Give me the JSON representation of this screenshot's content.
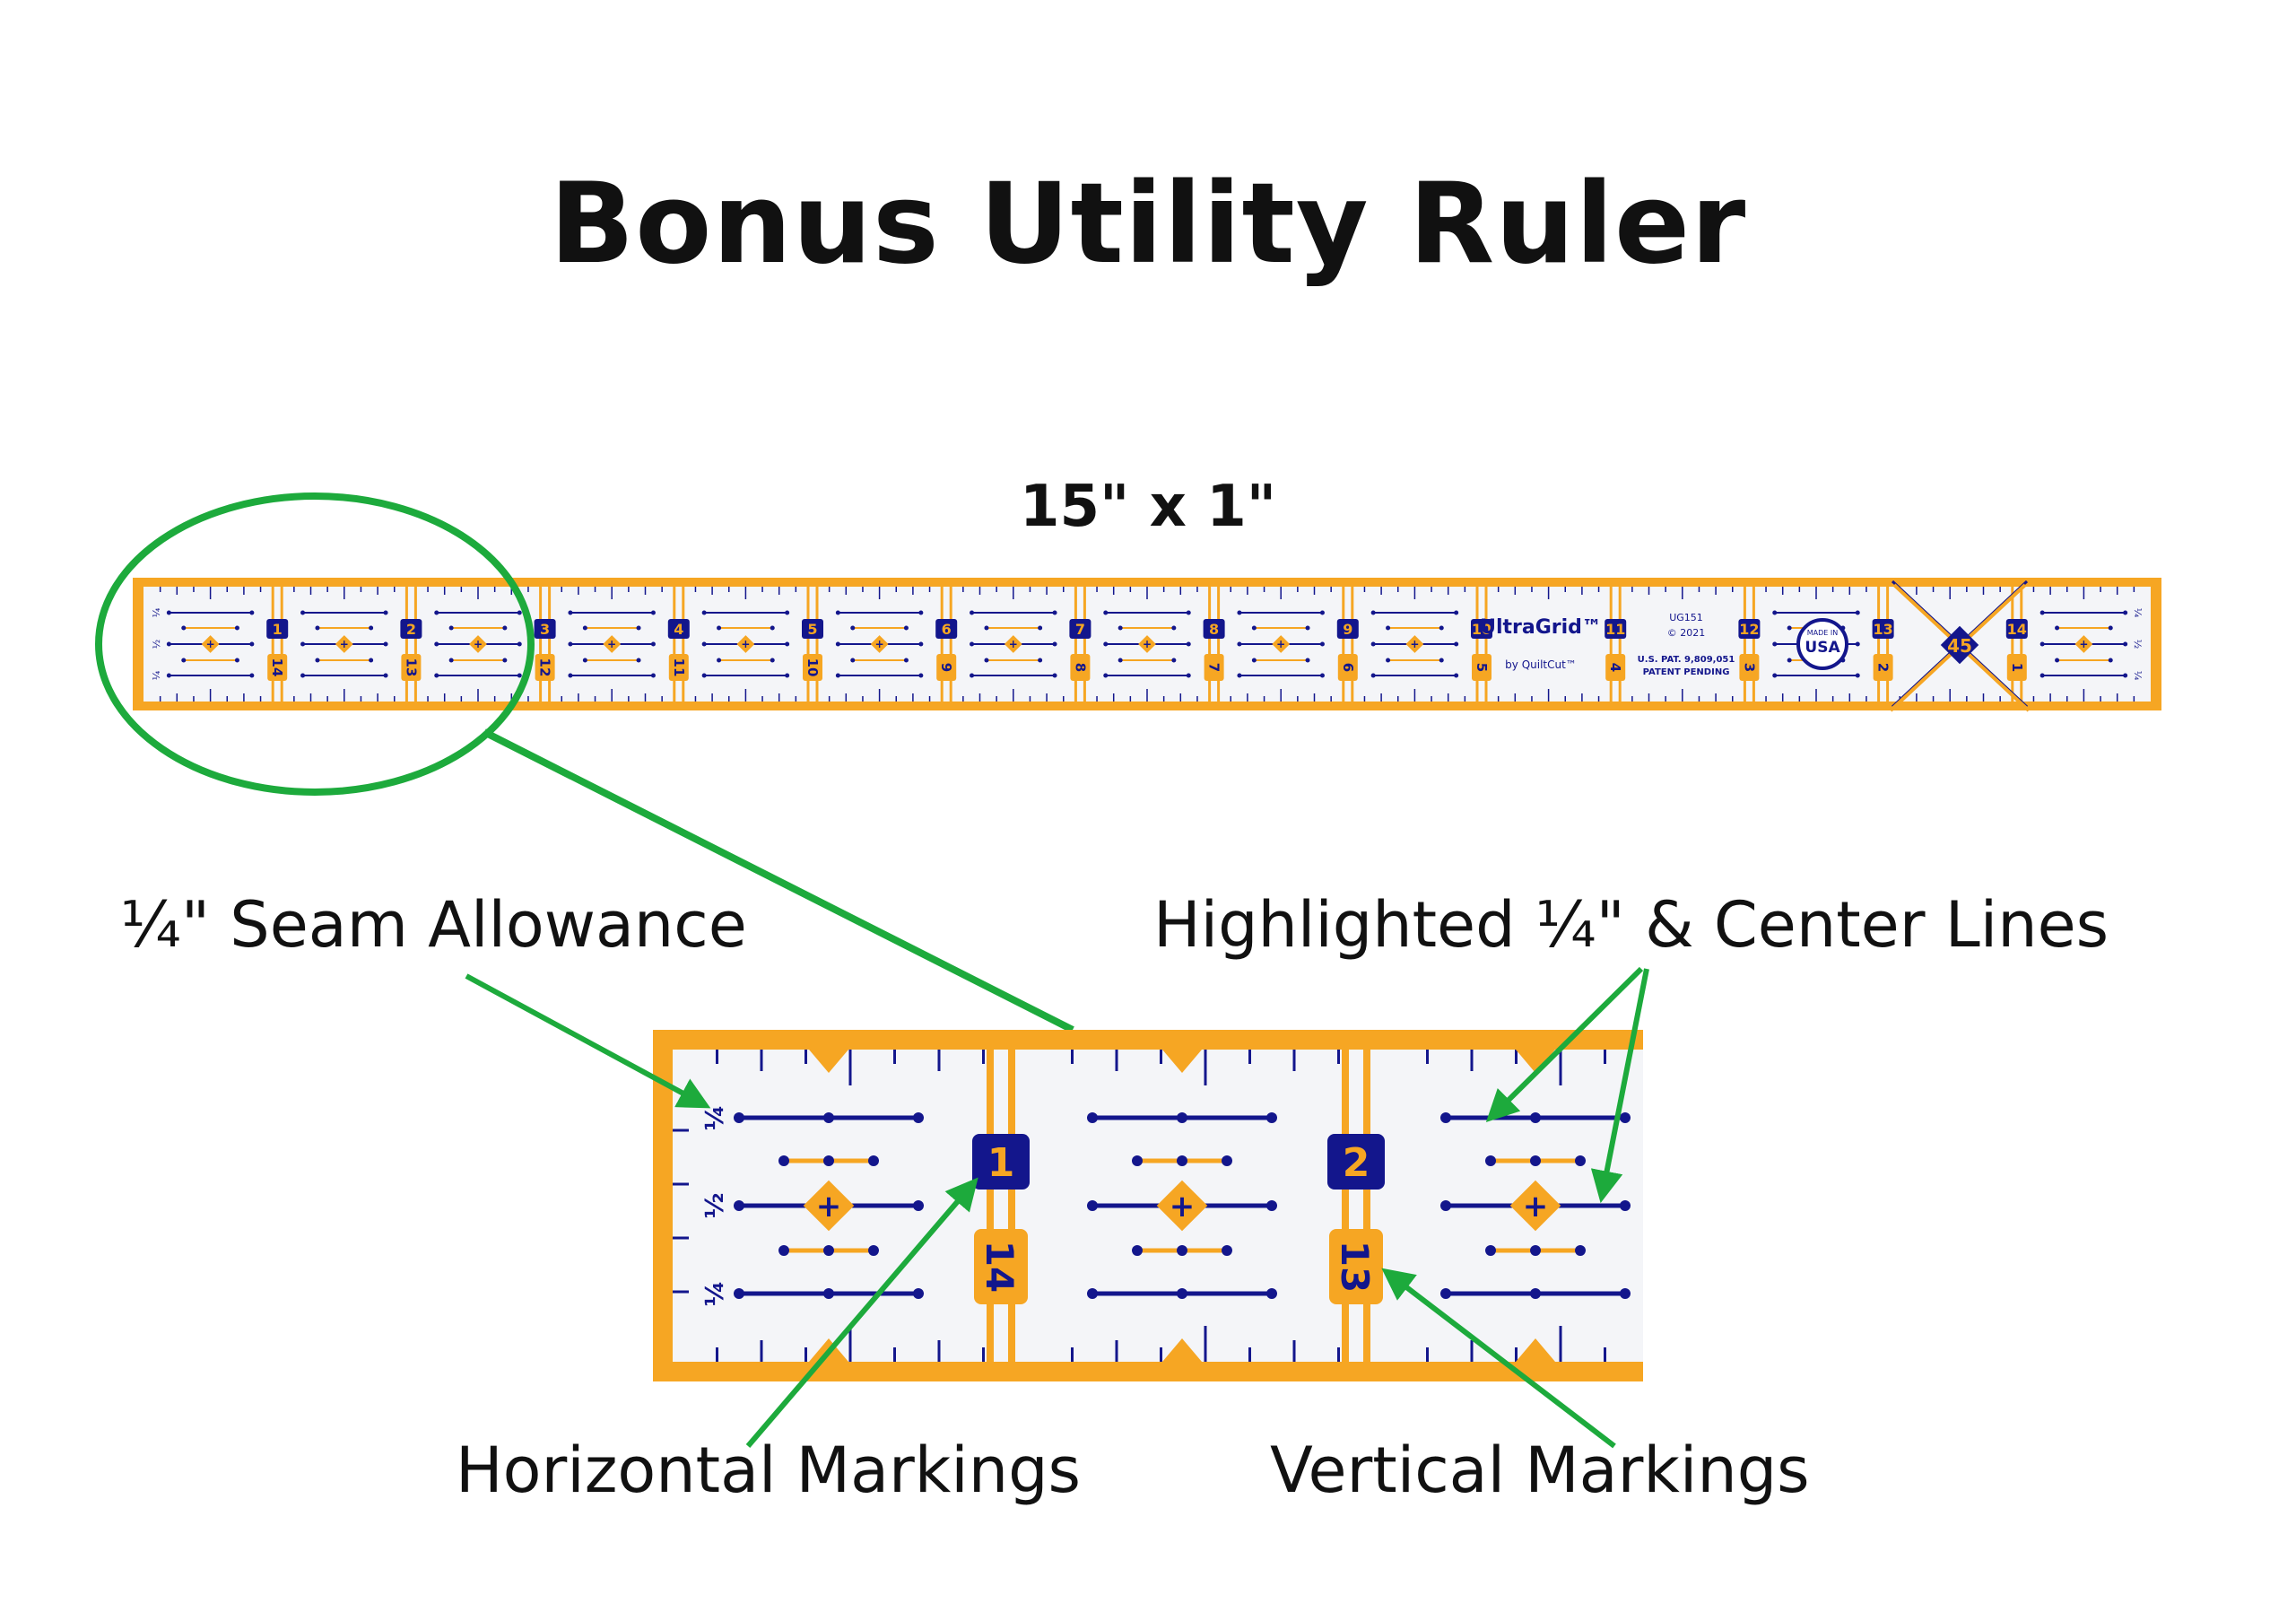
{
  "title": "Bonus Utility Ruler",
  "size_label": "15\" x 1\"",
  "callouts": {
    "seam_allowance": "¼\" Seam Allowance",
    "highlighted_lines": "Highlighted ¼\" & Center Lines",
    "horizontal_markings": "Horizontal Markings",
    "vertical_markings": "Vertical Markings"
  },
  "ruler": {
    "top_numbers": [
      "1",
      "2",
      "3",
      "4",
      "5",
      "6",
      "7",
      "8",
      "9",
      "10",
      "11",
      "12",
      "13",
      "14"
    ],
    "bottom_numbers": [
      "14",
      "13",
      "12",
      "11",
      "10",
      "9",
      "8",
      "7",
      "6",
      "5",
      "4",
      "3",
      "2",
      "1"
    ],
    "edge_fractions": [
      "¼",
      "½",
      "¼"
    ],
    "brand": "UltraGrid™",
    "brand_sub": "by QuiltCut™",
    "model": "UG151",
    "copyright": "© 2021",
    "patent": "U.S. PAT. 9,809,051",
    "patent_pending": "PATENT PENDING",
    "badge_top": "MADE IN",
    "badge_main": "USA",
    "angle": "45"
  },
  "zoom": {
    "top_numbers": [
      "1",
      "2"
    ],
    "bottom_numbers": [
      "14",
      "13"
    ],
    "edge_fractions": [
      "¼",
      "½",
      "¼"
    ]
  },
  "colors": {
    "orange": "#F6A623",
    "navy": "#13168C",
    "green": "#1DAA3C",
    "ruler_face": "#F4F5F8"
  }
}
